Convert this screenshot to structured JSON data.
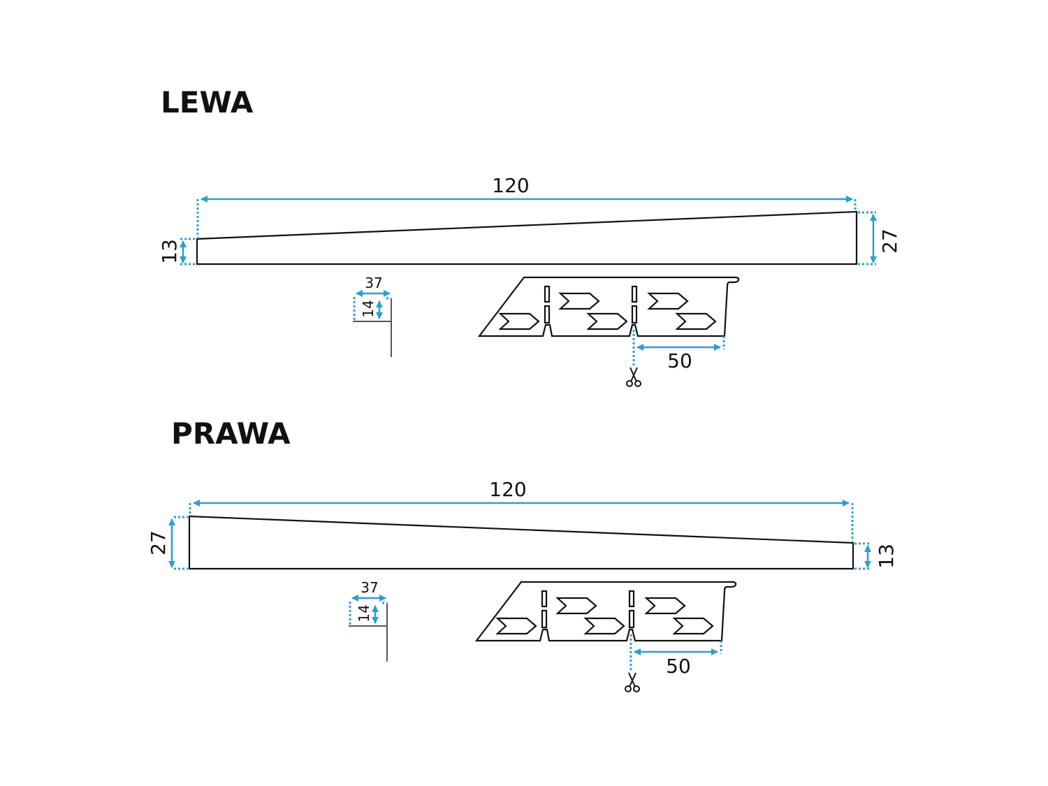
{
  "colors": {
    "dimension": "#2a9fd0",
    "outline": "#111111"
  },
  "sections": [
    {
      "title": "LEWA",
      "length": "120",
      "left_height": "13",
      "right_height": "27",
      "profile_width": "37",
      "profile_height": "14",
      "cut_spacing": "50",
      "cut_icon": "scissors-icon"
    },
    {
      "title": "PRAWA",
      "length": "120",
      "left_height": "27",
      "right_height": "13",
      "profile_width": "37",
      "profile_height": "14",
      "cut_spacing": "50",
      "cut_icon": "scissors-icon"
    }
  ]
}
